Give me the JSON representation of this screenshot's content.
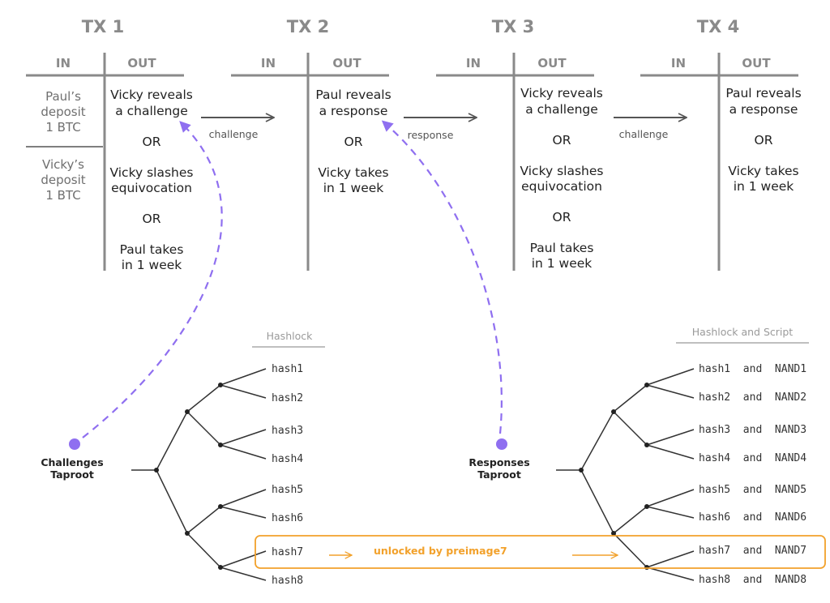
{
  "transactions": [
    {
      "title": "TX 1",
      "in_label": "IN",
      "out_label": "OUT",
      "inputs": [
        [
          "Paul’s",
          "deposit",
          "1 BTC"
        ],
        [
          "Vicky’s",
          "deposit",
          "1 BTC"
        ]
      ],
      "outputs": [
        [
          "Vicky reveals",
          "a challenge"
        ],
        [
          "OR"
        ],
        [
          "Vicky slashes",
          "equivocation"
        ],
        [
          "OR"
        ],
        [
          "Paul takes",
          "in 1 week"
        ]
      ]
    },
    {
      "title": "TX 2",
      "in_label": "IN",
      "out_label": "OUT",
      "inputs": [],
      "outputs": [
        [
          "Paul reveals",
          "a response"
        ],
        [
          "OR"
        ],
        [
          "Vicky takes",
          "in 1 week"
        ]
      ]
    },
    {
      "title": "TX 3",
      "in_label": "IN",
      "out_label": "OUT",
      "inputs": [],
      "outputs": [
        [
          "Vicky reveals",
          "a challenge"
        ],
        [
          "OR"
        ],
        [
          "Vicky slashes",
          "equivocation"
        ],
        [
          "OR"
        ],
        [
          "Paul takes",
          "in 1 week"
        ]
      ]
    },
    {
      "title": "TX 4",
      "in_label": "IN",
      "out_label": "OUT",
      "inputs": [],
      "outputs": [
        [
          "Paul reveals",
          "a response"
        ],
        [
          "OR"
        ],
        [
          "Vicky takes",
          "in 1 week"
        ]
      ]
    }
  ],
  "arrows": [
    {
      "label": "challenge"
    },
    {
      "label": "response"
    },
    {
      "label": "challenge"
    }
  ],
  "trees": [
    {
      "header": "Hashlock",
      "root_label": [
        "Challenges",
        "Taproot"
      ],
      "leaves": [
        "hash1",
        "hash2",
        "hash3",
        "hash4",
        "hash5",
        "hash6",
        "hash7",
        "hash8"
      ]
    },
    {
      "header": "Hashlock and Script",
      "root_label": [
        "Responses",
        "Taproot"
      ],
      "leaves": [
        "hash1  and  NAND1",
        "hash2  and  NAND2",
        "hash3  and  NAND3",
        "hash4  and  NAND4",
        "hash5  and  NAND5",
        "hash6  and  NAND6",
        "hash7  and  NAND7",
        "hash8  and  NAND8"
      ]
    }
  ],
  "highlight": {
    "label": "unlocked by preimage7"
  },
  "colors": {
    "accent_purple": "#8f6ff0",
    "highlight_orange": "#f2a12b",
    "table_gray": "#8a8a8a"
  }
}
